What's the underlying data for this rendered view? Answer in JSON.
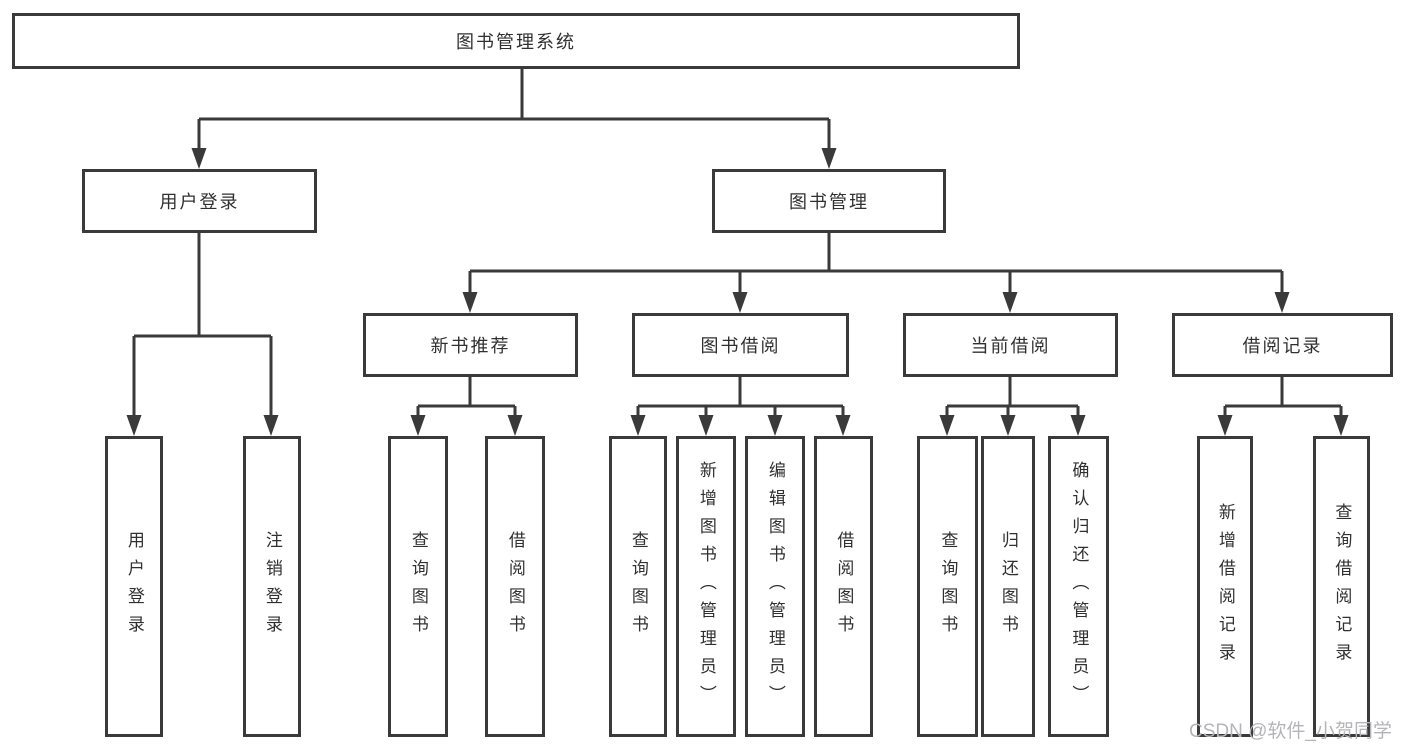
{
  "diagram": {
    "root": {
      "label": "图书管理系统"
    },
    "level2": [
      {
        "label": "用户登录"
      },
      {
        "label": "图书管理"
      }
    ],
    "level3": [
      {
        "label": "新书推荐"
      },
      {
        "label": "图书借阅"
      },
      {
        "label": "当前借阅"
      },
      {
        "label": "借阅记录"
      }
    ],
    "leaves": [
      {
        "label": "用户登录"
      },
      {
        "label": "注销登录"
      },
      {
        "label": "查询图书"
      },
      {
        "label": "借阅图书"
      },
      {
        "label": "查询图书"
      },
      {
        "label": "新增图书（管理员）"
      },
      {
        "label": "编辑图书（管理员）"
      },
      {
        "label": "借阅图书"
      },
      {
        "label": "查询图书"
      },
      {
        "label": "归还图书"
      },
      {
        "label": "确认归还（管理员）"
      },
      {
        "label": "新增借阅记录"
      },
      {
        "label": "查询借阅记录"
      }
    ]
  },
  "watermark": "CSDN @软件_小贺同学",
  "colors": {
    "line": "#3a3a3a",
    "text": "#303030",
    "watermark": "#b5b5b9",
    "background": "#ffffff"
  }
}
